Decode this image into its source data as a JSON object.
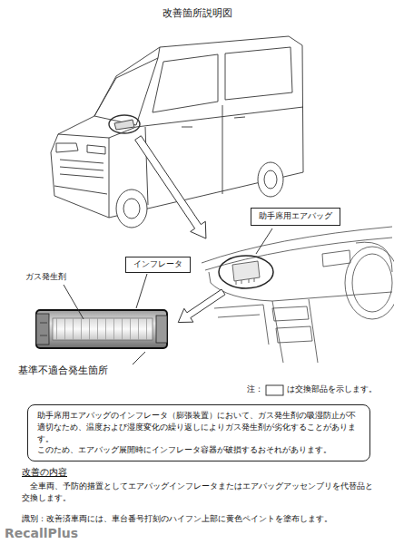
{
  "diagram": {
    "title": "改善箇所説明図",
    "nodes": [
      {
        "text": [
          "助手席用エアバッグ"
        ]
      },
      {
        "text": [
          "インフレータ"
        ]
      },
      {
        "text": [
          "助手席用エアバッグのインフレータ（膨張装置）において、ガス発生剤の吸湿防止が不適切なため、温度および湿度変化の繰り返しによりガス発生剤が劣化することがあります。",
          "このため、エアバッグ展開時にインフレータ容器が破損するおそれがあります。"
        ]
      }
    ],
    "labels": [
      "ガス発生剤",
      "基準不適合発生箇所",
      "注：",
      "は交換部品を示します。",
      "改善の内容",
      "全車両、予防的措置としてエアバッグインフレータまたはエアバッグアッセンブリを代替品と交換します。",
      "識別：改善済車両には、車台番号打刻のハイフン上部に黄色ペイントを塗布します。",
      "RecallPlus"
    ]
  }
}
